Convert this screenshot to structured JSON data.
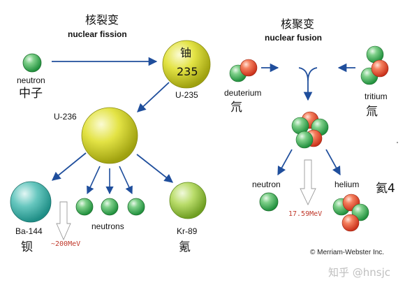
{
  "fission": {
    "title_cn": "核裂变",
    "title_en": "nuclear fission",
    "neutron_label": "neutron",
    "neutron_cn": "中子",
    "u235_element": "铀",
    "u235_mass": "235",
    "u235_label": "U-235",
    "u236_label": "U-236",
    "ba_label": "Ba-144",
    "ba_cn": "钡",
    "neutrons_label": "neutrons",
    "kr_label": "Kr-89",
    "kr_cn": "氪",
    "energy": "~200MeV"
  },
  "fusion": {
    "title_cn": "核聚变",
    "title_en": "nuclear fusion",
    "deuterium_label": "deuterium",
    "deuterium_cn": "氘",
    "tritium_label": "tritium",
    "tritium_cn": "氚",
    "neutron_label": "neutron",
    "helium_label": "helium",
    "helium_cn": "氦4",
    "energy": "17.59MeV"
  },
  "credit": "© Merriam-Webster Inc.",
  "watermark": "知乎 @hnsjc",
  "colors": {
    "arrow": "#1f4e9c",
    "green": "#3fae56",
    "red": "#e8462c",
    "yellow": "#d9d92a",
    "teal": "#3cb5ad",
    "lime": "#a9d04c"
  }
}
